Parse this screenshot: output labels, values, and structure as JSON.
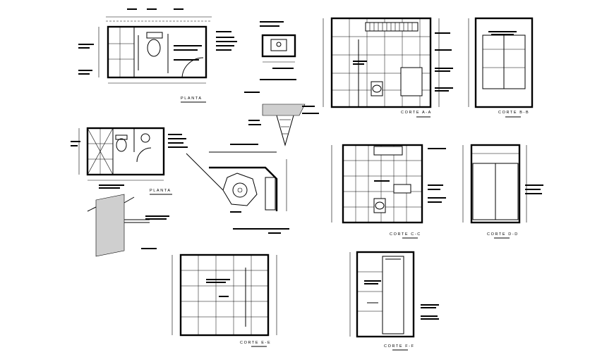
{
  "drawing": {
    "labels": {
      "planta_1": "PLANTA",
      "planta_2": "PLANTA",
      "corte_a": "CORTE A-A",
      "corte_b": "CORTE B-B",
      "corte_c": "CORTE C-C",
      "corte_d": "CORTE D-D",
      "corte_e": "CORTE E-E",
      "corte_f": "CORTE F-F"
    }
  }
}
